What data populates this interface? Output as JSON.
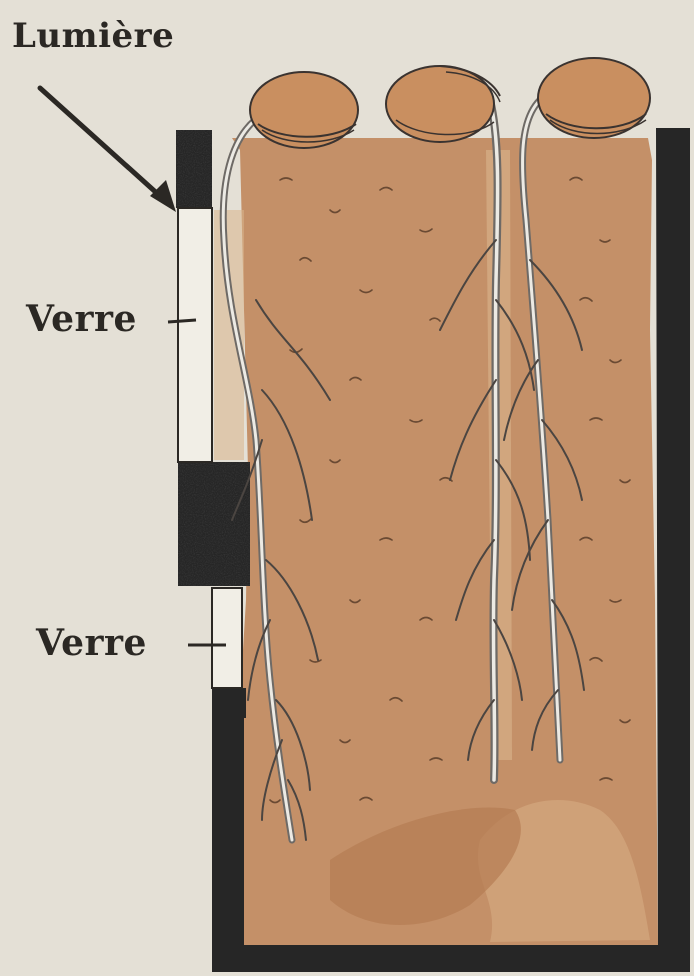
{
  "labels": {
    "light": "Lumière",
    "glass_top": "Verre",
    "glass_bottom": "Verre"
  },
  "colors": {
    "paper": "#e4e0d6",
    "soil": "#c49068",
    "soil_light": "#d2a57c",
    "frame": "#262626",
    "glass": "#f1eee6",
    "seed": "#c98f60",
    "root": "#6e6a66",
    "ink": "#2b2824"
  }
}
